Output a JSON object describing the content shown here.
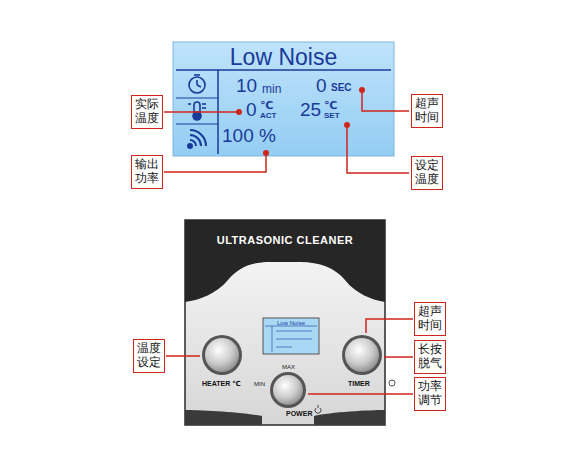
{
  "diagram": {
    "nodes": [
      {
        "text": [
          "Low Noise"
        ]
      },
      {
        "text": [
          "实际温度"
        ]
      },
      {
        "text": [
          "输出功率"
        ]
      },
      {
        "text": [
          "超声时间"
        ]
      },
      {
        "text": [
          "设定温度"
        ]
      },
      {
        "text": [
          "ULTRASONIC CLEANER"
        ]
      },
      {
        "text": [
          "Low Noise"
        ],
        "in": 5
      },
      {
        "text": [
          "温度设定"
        ]
      },
      {
        "text": [
          "超声时间"
        ]
      },
      {
        "text": [
          "长按脱气"
        ]
      },
      {
        "text": [
          "功率调节"
        ]
      }
    ],
    "labels": [
      "10",
      "min",
      "0",
      "SEC",
      "0",
      "℃",
      "ACT",
      "25",
      "℃",
      "SET",
      "100 %",
      "HEATER ℃",
      "TIMER",
      "MIN",
      "MAX",
      "POWER"
    ]
  }
}
